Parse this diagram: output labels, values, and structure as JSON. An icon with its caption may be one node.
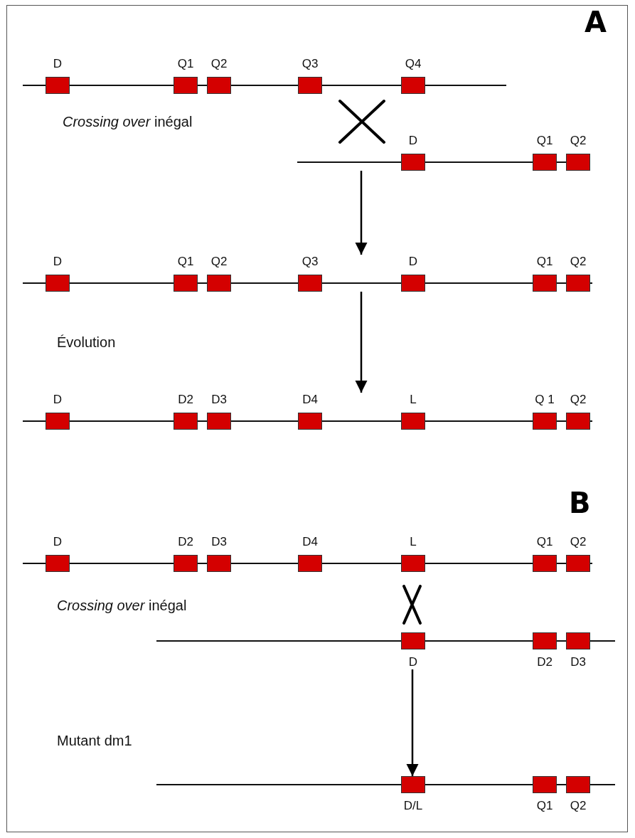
{
  "diagram": {
    "nodes": [
      {
        "text": [],
        "shape": "bar"
      },
      {
        "text": [
          "D"
        ],
        "in": 0
      },
      {
        "text": [
          "Q1"
        ],
        "in": 0
      },
      {
        "text": [
          "Q2"
        ],
        "in": 0
      },
      {
        "text": [
          "Q3"
        ],
        "in": 0
      },
      {
        "text": [
          "Q4"
        ],
        "in": 0
      },
      {
        "text": [],
        "shape": "bar"
      },
      {
        "text": [
          "D"
        ],
        "in": 6
      },
      {
        "text": [
          "Q1"
        ],
        "in": 6
      },
      {
        "text": [
          "Q2"
        ],
        "in": 6
      },
      {
        "text": [],
        "shape": "bar"
      },
      {
        "text": [
          "D"
        ],
        "in": 10
      },
      {
        "text": [
          "Q1"
        ],
        "in": 10
      },
      {
        "text": [
          "Q2"
        ],
        "in": 10
      },
      {
        "text": [
          "Q3"
        ],
        "in": 10
      },
      {
        "text": [
          "D"
        ],
        "in": 10
      },
      {
        "text": [
          "Q1"
        ],
        "in": 10
      },
      {
        "text": [
          "Q2"
        ],
        "in": 10
      },
      {
        "text": [],
        "shape": "bar"
      },
      {
        "text": [
          "D"
        ],
        "in": 18
      },
      {
        "text": [
          "D2"
        ],
        "in": 18
      },
      {
        "text": [
          "D3"
        ],
        "in": 18
      },
      {
        "text": [
          "D4"
        ],
        "in": 18
      },
      {
        "text": [
          "L"
        ],
        "in": 18
      },
      {
        "text": [
          "Q 1"
        ],
        "in": 18
      },
      {
        "text": [
          "Q2"
        ],
        "in": 18
      },
      {
        "text": [],
        "shape": "bar"
      },
      {
        "text": [
          "D"
        ],
        "in": 26
      },
      {
        "text": [
          "D2"
        ],
        "in": 26
      },
      {
        "text": [
          "D3"
        ],
        "in": 26
      },
      {
        "text": [
          "D4"
        ],
        "in": 26
      },
      {
        "text": [
          "L"
        ],
        "in": 26
      },
      {
        "text": [
          "Q1"
        ],
        "in": 26
      },
      {
        "text": [
          "Q2"
        ],
        "in": 26
      },
      {
        "text": [],
        "shape": "bar"
      },
      {
        "text": [
          "D"
        ],
        "in": 34
      },
      {
        "text": [
          "D2"
        ],
        "in": 34
      },
      {
        "text": [
          "D3"
        ],
        "in": 34
      },
      {
        "text": [],
        "shape": "bar"
      },
      {
        "text": [
          "D/L"
        ],
        "in": 38
      },
      {
        "text": [
          "Q1"
        ],
        "in": 38
      },
      {
        "text": [
          "Q2"
        ],
        "in": 38
      }
    ],
    "edges": [
      {
        "from": 6,
        "to": 10,
        "arrow": "to"
      },
      {
        "from": 10,
        "to": 18,
        "arrow": "to"
      },
      {
        "from": 35,
        "to": 39,
        "arrow": "to"
      }
    ],
    "labels": [
      "A",
      "*Crossing over* inégal",
      "Évolution",
      "B",
      "*Crossing over* inégal",
      "Mutant dm1"
    ]
  }
}
